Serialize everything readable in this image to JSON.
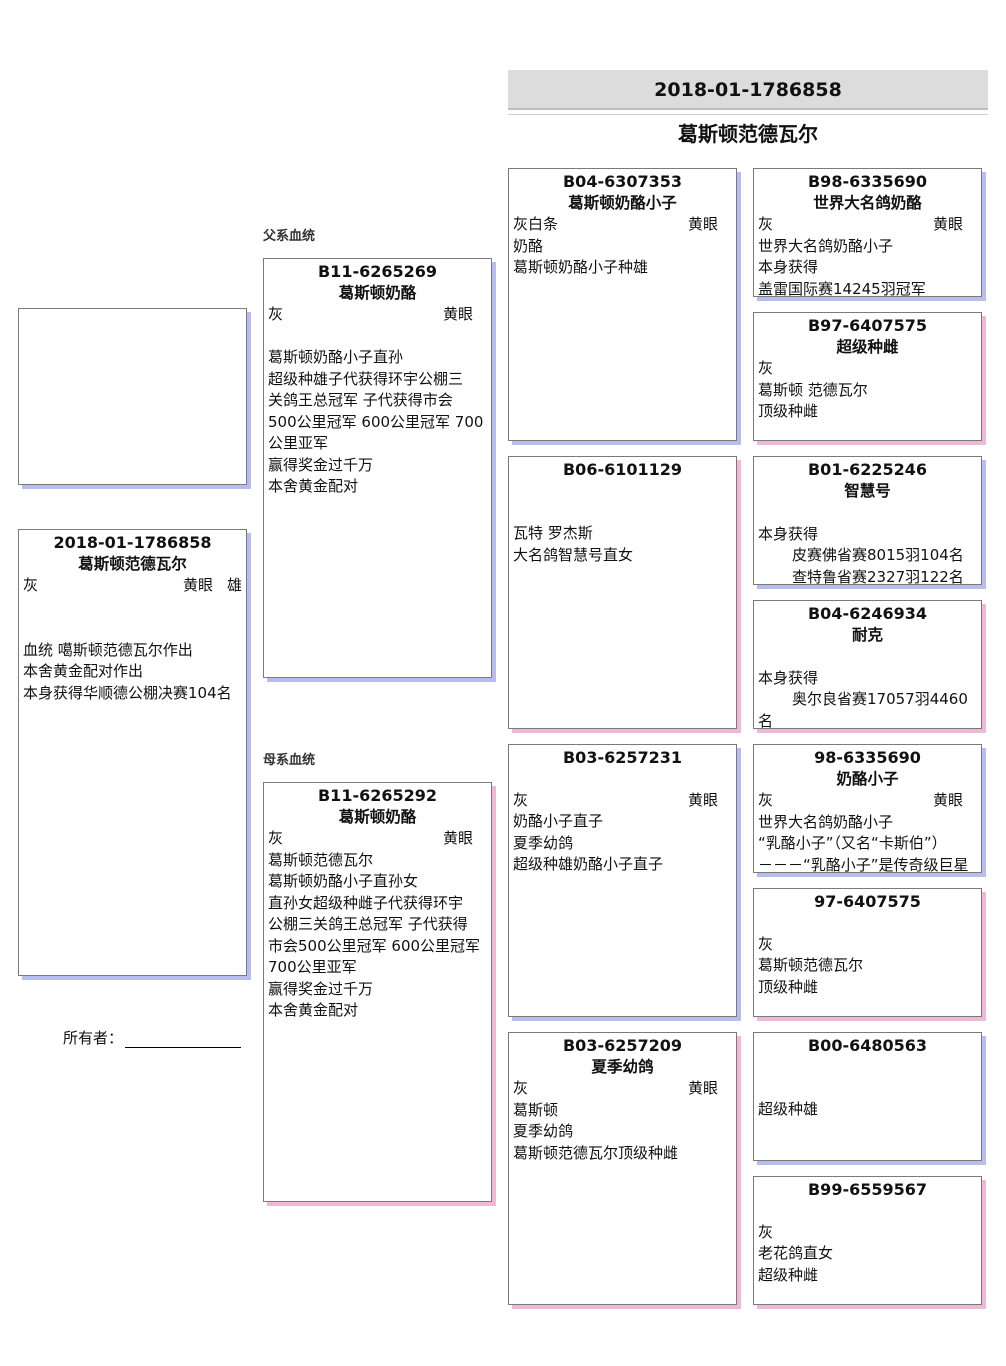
{
  "header": {
    "ring": "2018-01-1786858",
    "name": "葛斯顿范德瓦尔"
  },
  "labels": {
    "sire_line": "父系血统",
    "dam_line": "母系血统",
    "owner": "所有者："
  },
  "subject": {
    "ring": "2018-01-1786858",
    "name": "葛斯顿范德瓦尔",
    "color": "灰",
    "eye": "黄眼",
    "sex": "雄",
    "notes": [
      "",
      "",
      "血统 噶斯顿范德瓦尔作出",
      "本舍黄金配对作出",
      "本身获得华顺德公棚决赛104名"
    ]
  },
  "sire": {
    "ring": "B11-6265269",
    "name": "葛斯顿奶酪",
    "color": "灰",
    "eye": "黄眼",
    "notes": [
      "",
      "葛斯顿奶酪小子直孙",
      "超级种雄子代获得环宇公棚三",
      "关鸽王总冠军 子代获得市会",
      "500公里冠军 600公里冠军 700",
      "公里亚军",
      "赢得奖金过千万",
      "本舍黄金配对"
    ]
  },
  "dam": {
    "ring": "B11-6265292",
    "name": "葛斯顿奶酪",
    "color": "灰",
    "eye": "黄眼",
    "notes": [
      "葛斯顿范德瓦尔",
      "葛斯顿奶酪小子直孙女",
      "直孙女超级种雌子代获得环宇",
      "公棚三关鸽王总冠军 子代获得",
      "市会500公里冠军 600公里冠军",
      "700公里亚军",
      "赢得奖金过千万",
      "本舍黄金配对"
    ]
  },
  "ss": {
    "ring": "B04-6307353",
    "name": "葛斯顿奶酪小子",
    "color": "灰白条",
    "eye": "黄眼",
    "notes": [
      "奶酪",
      "葛斯顿奶酪小子种雄"
    ]
  },
  "sd": {
    "ring": "B06-6101129",
    "notes": [
      "",
      "",
      "瓦特 罗杰斯",
      "大名鸽智慧号直女"
    ]
  },
  "ds": {
    "ring": "B03-6257231",
    "color": "灰",
    "eye": "黄眼",
    "notes": [
      "奶酪小子直子",
      "夏季幼鸽",
      "超级种雄奶酪小子直子"
    ]
  },
  "dd": {
    "ring": "B03-6257209",
    "name": "夏季幼鸽",
    "color": "灰",
    "eye": "黄眼",
    "notes": [
      "葛斯顿",
      "夏季幼鸽",
      "葛斯顿范德瓦尔顶级种雌"
    ]
  },
  "sss": {
    "ring": "B98-6335690",
    "name": "世界大名鸽奶酪",
    "color": "灰",
    "eye": "黄眼",
    "notes": [
      "世界大名鸽奶酪小子",
      "本身获得",
      "盖雷国际赛14245羽冠军"
    ]
  },
  "ssd": {
    "ring": "B97-6407575",
    "name": "超级种雌",
    "notes": [
      "灰",
      "葛斯顿 范德瓦尔",
      "顶级种雌"
    ]
  },
  "sds": {
    "ring": "B01-6225246",
    "name": "智慧号",
    "notes": [
      "",
      "本身获得",
      "皮赛佛省赛8015羽104名",
      "查特鲁省赛2327羽122名"
    ]
  },
  "sdd": {
    "ring": "B04-6246934",
    "name": "耐克",
    "notes": [
      "",
      "本身获得",
      "奥尔良省赛17057羽4460",
      "名"
    ]
  },
  "dss": {
    "ring": "98-6335690",
    "name": "奶酪小子",
    "color": "灰",
    "eye": "黄眼",
    "notes": [
      "世界大名鸽奶酪小子",
      "“乳酪小子”（又名“卡斯伯”）",
      "－－－“乳酪小子”是传奇级巨星"
    ]
  },
  "dsd": {
    "ring": "97-6407575",
    "notes": [
      "",
      "灰",
      "葛斯顿范德瓦尔",
      "顶级种雌"
    ]
  },
  "dds": {
    "ring": "B00-6480563",
    "notes": [
      "",
      "",
      "超级种雄"
    ]
  },
  "ddd": {
    "ring": "B99-6559567",
    "notes": [
      "",
      "灰",
      "老花鸽直女",
      "超级种雌"
    ]
  }
}
